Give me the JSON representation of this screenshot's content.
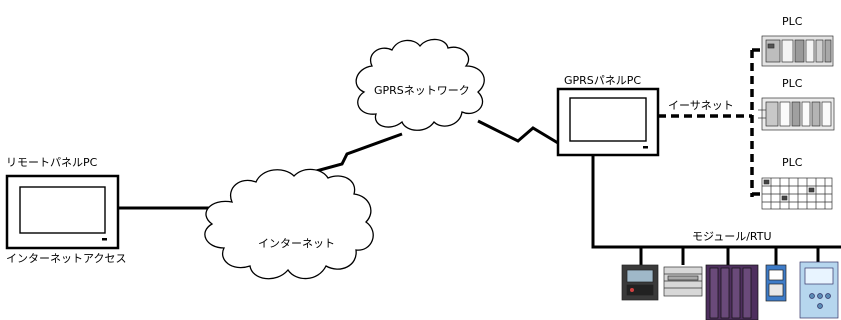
{
  "labels": {
    "remote_panel_pc": "リモートパネルPC",
    "internet_access": "インターネットアクセス",
    "internet": "インターネット",
    "gprs_network": "GPRSネットワーク",
    "gprs_panel_pc": "GPRSパネルPC",
    "ethernet": "イーサネット",
    "plc_1": "PLC",
    "plc_2": "PLC",
    "plc_3": "PLC",
    "modules_rtu": "モジュール/RTU"
  },
  "colors": {
    "line": "#000000",
    "module_purple": "#5a3a6a",
    "module_blue": "#4a88d0",
    "module_lightblue": "#b8d8f0",
    "plc_gray": "#d8d8d8"
  }
}
